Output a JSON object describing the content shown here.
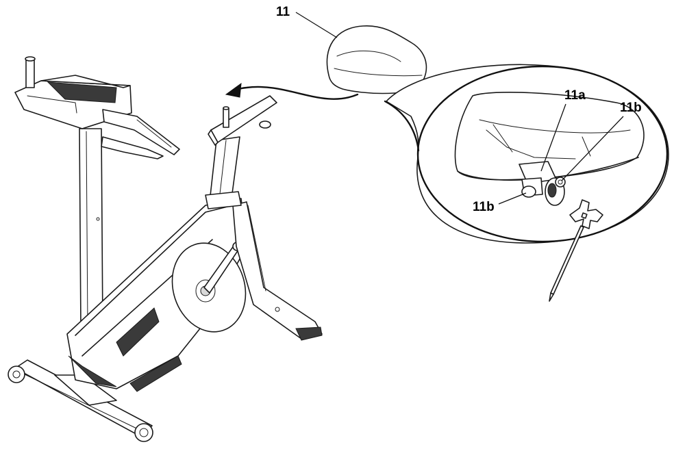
{
  "callouts": {
    "seat": "11",
    "seat_post_adjuster": "11a",
    "nut_right": "11b",
    "nut_left": "11b"
  },
  "colors": {
    "line": "#1a1a1a",
    "background": "#ffffff",
    "shading": "#3a3a3a"
  },
  "icons": {
    "assembly_arrow": "curved-arrow-icon",
    "tool": "wrench-icon"
  }
}
